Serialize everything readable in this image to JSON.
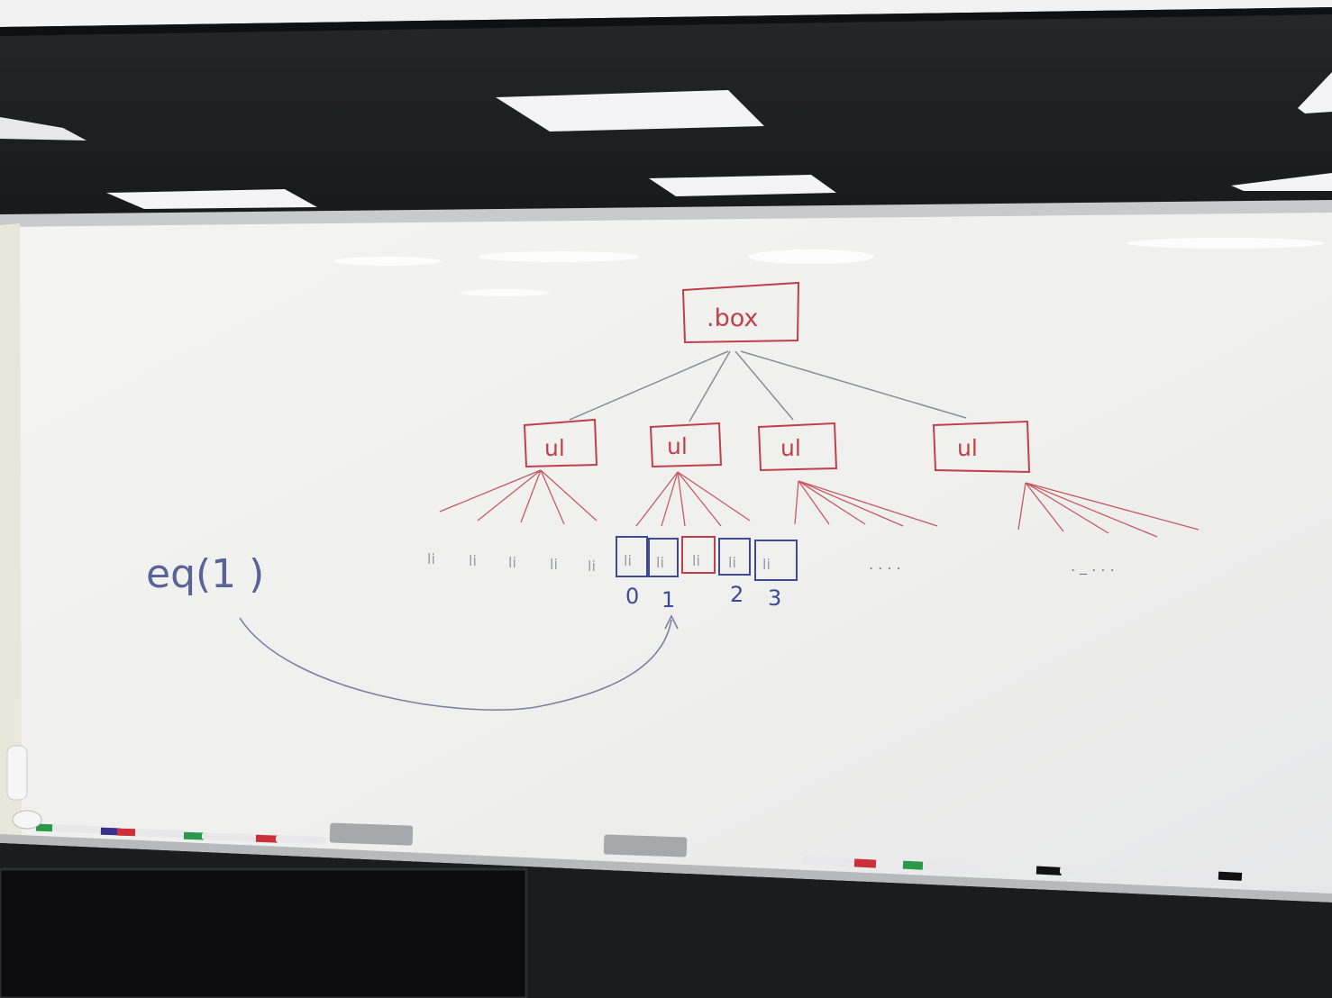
{
  "whiteboard": {
    "root_node": ".box",
    "ul_nodes": [
      "ul",
      "ul",
      "ul",
      "ul"
    ],
    "li_items_group1": [
      "li",
      "li",
      "li",
      "li",
      "li"
    ],
    "li_items_group2": [
      "li",
      "li",
      "li",
      "li",
      "li"
    ],
    "index_labels": [
      "0",
      "1",
      "2",
      "3"
    ],
    "ellipsis_1": ". . . .",
    "ellipsis_2": ". _ . . ."
  },
  "left_note": {
    "method_text": "eq(1 )"
  },
  "colors": {
    "red_marker": "#c0404a",
    "blue_marker": "#3d4a9a",
    "gray_marker": "#8a8c99",
    "board": "#f2f2f0",
    "ceiling": "#1d1e22"
  }
}
